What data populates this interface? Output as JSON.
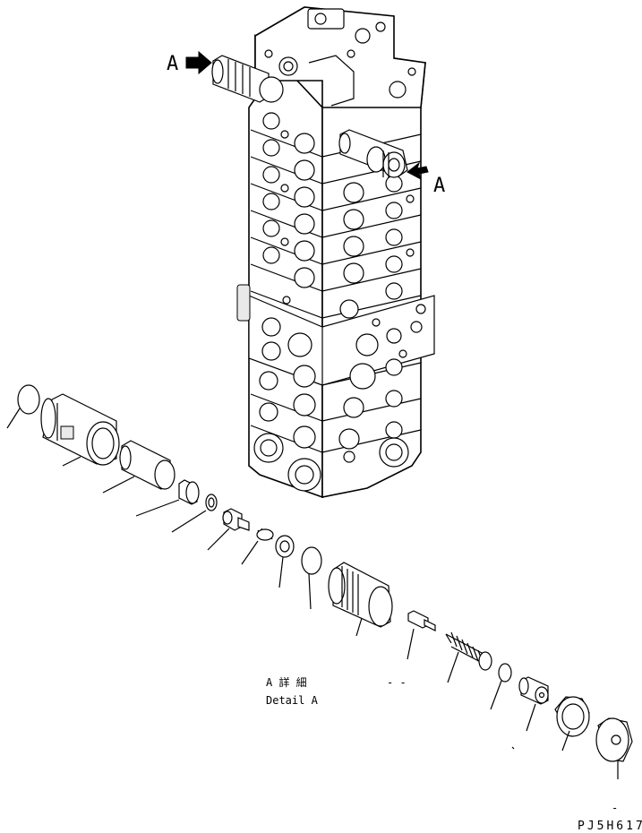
{
  "labels": {
    "view_arrow_top": "A",
    "view_arrow_right": "A",
    "detail_title_jp": "A 詳 細",
    "detail_title_en": "Detail A",
    "dash_mark": "- -",
    "bottom_mark": "-",
    "drawing_code": "PJ5H617"
  }
}
